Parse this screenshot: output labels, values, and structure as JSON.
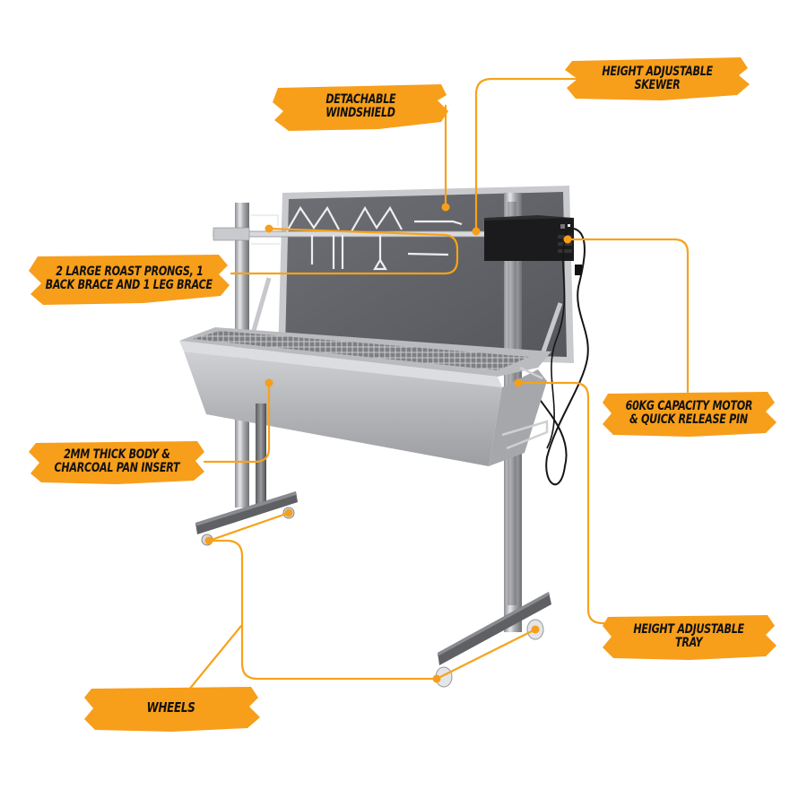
{
  "accent_color": "#F79E1B",
  "callout_line_color": "#F7A21B",
  "labels": {
    "windshield": {
      "line1": "Detachable",
      "line2": "Windshield"
    },
    "skewer": {
      "line1": "Height Adjustable",
      "line2": "Skewer"
    },
    "prongs": {
      "line1": "2 Large Roast Prongs, 1",
      "line2": "Back Brace and 1 Leg Brace"
    },
    "motor": {
      "line1": "60KG Capacity Motor",
      "line2": "& Quick Release Pin"
    },
    "body": {
      "line1": "2MM Thick Body &",
      "line2": "Charcoal Pan Insert"
    },
    "tray": {
      "line1": "Height Adjustable",
      "line2": "Tray"
    },
    "wheels": {
      "line1": "Wheels"
    }
  },
  "product": {
    "name": "Stainless steel spit roaster",
    "parts": [
      "windshield",
      "skewer",
      "roast-prongs",
      "motor",
      "charcoal-pan",
      "tray",
      "wheels"
    ]
  }
}
